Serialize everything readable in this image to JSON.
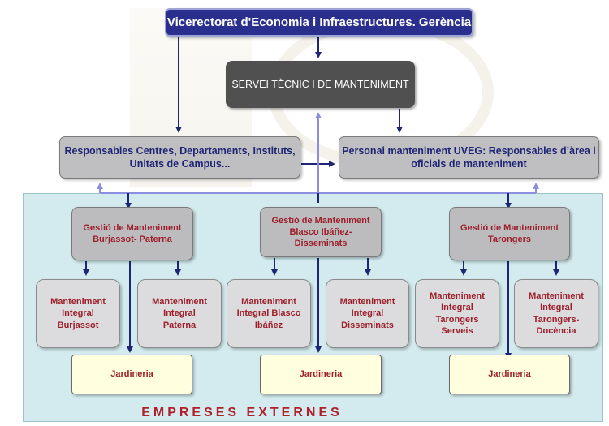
{
  "header": {
    "title": "Vicerectorat d'Economia i Infraestructures. Gerència"
  },
  "servei": {
    "label": "SERVEI TÈCNIC I DE MANTENIMENT"
  },
  "responsables": {
    "label": "Responsables Centres, Departaments, Instituts, Unitats de Campus..."
  },
  "personal": {
    "label": "Personal manteniment UVEG: Responsables d’àrea i oficials de manteniment"
  },
  "gestio": [
    {
      "label": "Gestió de Manteniment Burjassot- Paterna"
    },
    {
      "label": "Gestió de Manteniment Blasco Ibáñez-Disseminats"
    },
    {
      "label": "Gestió de Manteniment Tarongers"
    }
  ],
  "units": [
    {
      "label": "Manteniment Integral Burjassot"
    },
    {
      "label": "Manteniment Integral Paterna"
    },
    {
      "label": "Manteniment Integral Blasco Ibáñez"
    },
    {
      "label": "Manteniment Integral Disseminats"
    },
    {
      "label": "Manteniment Integral Tarongers Serveis"
    },
    {
      "label": "Manteniment Integral Tarongers-Docència"
    }
  ],
  "jardineria": [
    {
      "label": "Jardineria"
    },
    {
      "label": "Jardineria"
    },
    {
      "label": "Jardineria"
    }
  ],
  "external": {
    "label": "EMPRESES EXTERNES"
  },
  "colors": {
    "dark_navy": "#2a2f8e",
    "arrow_navy": "#1f2575",
    "arrow_light": "#8c8fe0",
    "external_panel": "#d3ebee",
    "red_text": "#9c1f2a",
    "jardineria_fill": "#fffedf"
  }
}
